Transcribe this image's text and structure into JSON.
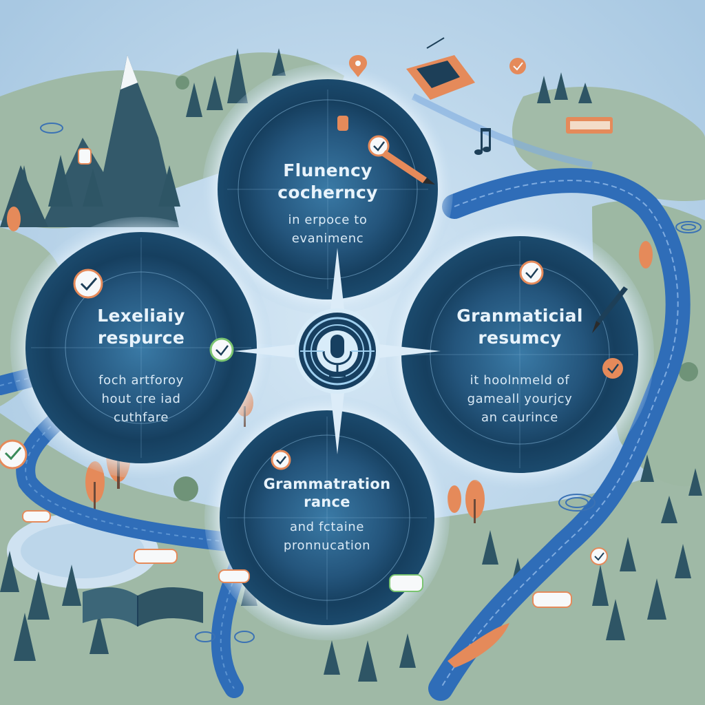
{
  "colors": {
    "sky": "#bcd6ea",
    "land": "#9fb9a6",
    "river": "#2f6db8",
    "circle_dark": "#143a57",
    "circle_mid": "#2c5f86",
    "accent_orange": "#e58a5a",
    "tree_dark": "#2e5565"
  },
  "circles": {
    "top": {
      "title_1": "Flunency",
      "title_2": "cocherncy",
      "sub_1": "in erpoce to",
      "sub_2": "evanimenc"
    },
    "left": {
      "title_1": "Lexeliaiy",
      "title_2": "respurce",
      "sub_1": "foch artforoy",
      "sub_2": "hout cre iad",
      "sub_3": "cuthfare"
    },
    "right": {
      "title_1": "Granmaticial",
      "title_2": "resumcy",
      "sub_1": "it hoolnmeld of",
      "sub_2": "gameall yourjcy",
      "sub_3": "an caurince"
    },
    "bottom": {
      "title_1": "Grammatration",
      "title_2": "rance",
      "sub_1": "and fctaine",
      "sub_2": "pronnucation"
    }
  },
  "icons": {
    "center": "microphone-icon",
    "check": "checkmark-badge-icon",
    "pencil": "pencil-icon",
    "book": "book-icon",
    "boat": "boat-icon"
  }
}
